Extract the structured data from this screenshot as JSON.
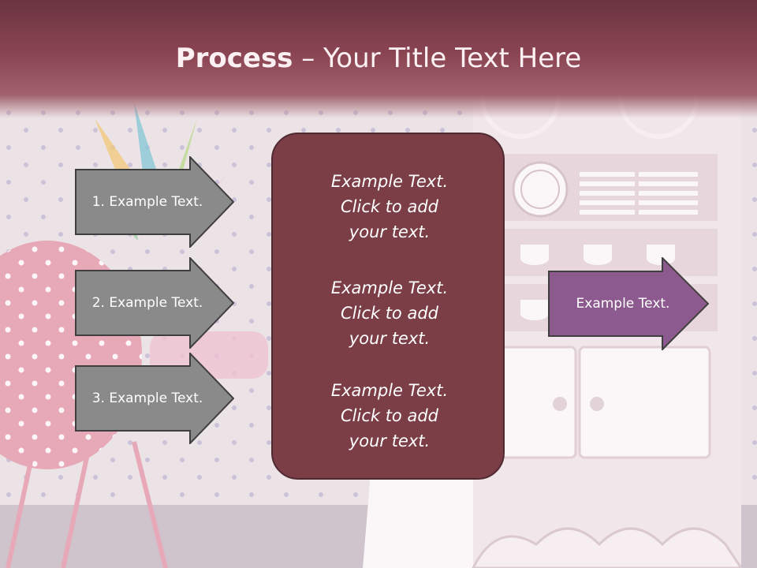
{
  "title": {
    "bold": "Process",
    "rest": " – Your Title Text Here"
  },
  "left_arrows": [
    {
      "label": "1. Example Text."
    },
    {
      "label": "2. Example Text."
    },
    {
      "label": "3. Example Text."
    }
  ],
  "center_blocks": [
    {
      "line1": "Example Text.",
      "line2": "Click  to add",
      "line3": "your text."
    },
    {
      "line1": "Example Text.",
      "line2": "Click  to add",
      "line3": "your text."
    },
    {
      "line1": "Example Text.",
      "line2": "Click  to add",
      "line3": "your text."
    }
  ],
  "right_arrow": {
    "label": "Example Text."
  },
  "colors": {
    "title_band": "#7a3c49",
    "left_arrow_fill": "#8a8a8a",
    "center_box_fill": "#7b3e47",
    "right_arrow_fill": "#8c5a8e"
  }
}
